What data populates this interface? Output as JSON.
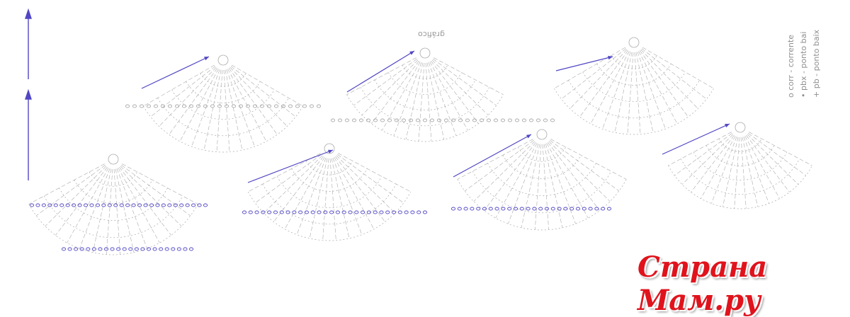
{
  "chart_title_flipped": "gráfico",
  "legend": {
    "items": [
      {
        "symbol": "o",
        "label": "corr - corrente"
      },
      {
        "symbol": "•",
        "label": "pbx - ponto bai"
      },
      {
        "symbol": "+",
        "label": "pb - ponto baix"
      }
    ]
  },
  "watermark": {
    "text": "Страна Мам.ру"
  },
  "colors": {
    "pencil": "#aaaaaa",
    "ink": "#5147c4",
    "watermark": "#e0131c"
  }
}
